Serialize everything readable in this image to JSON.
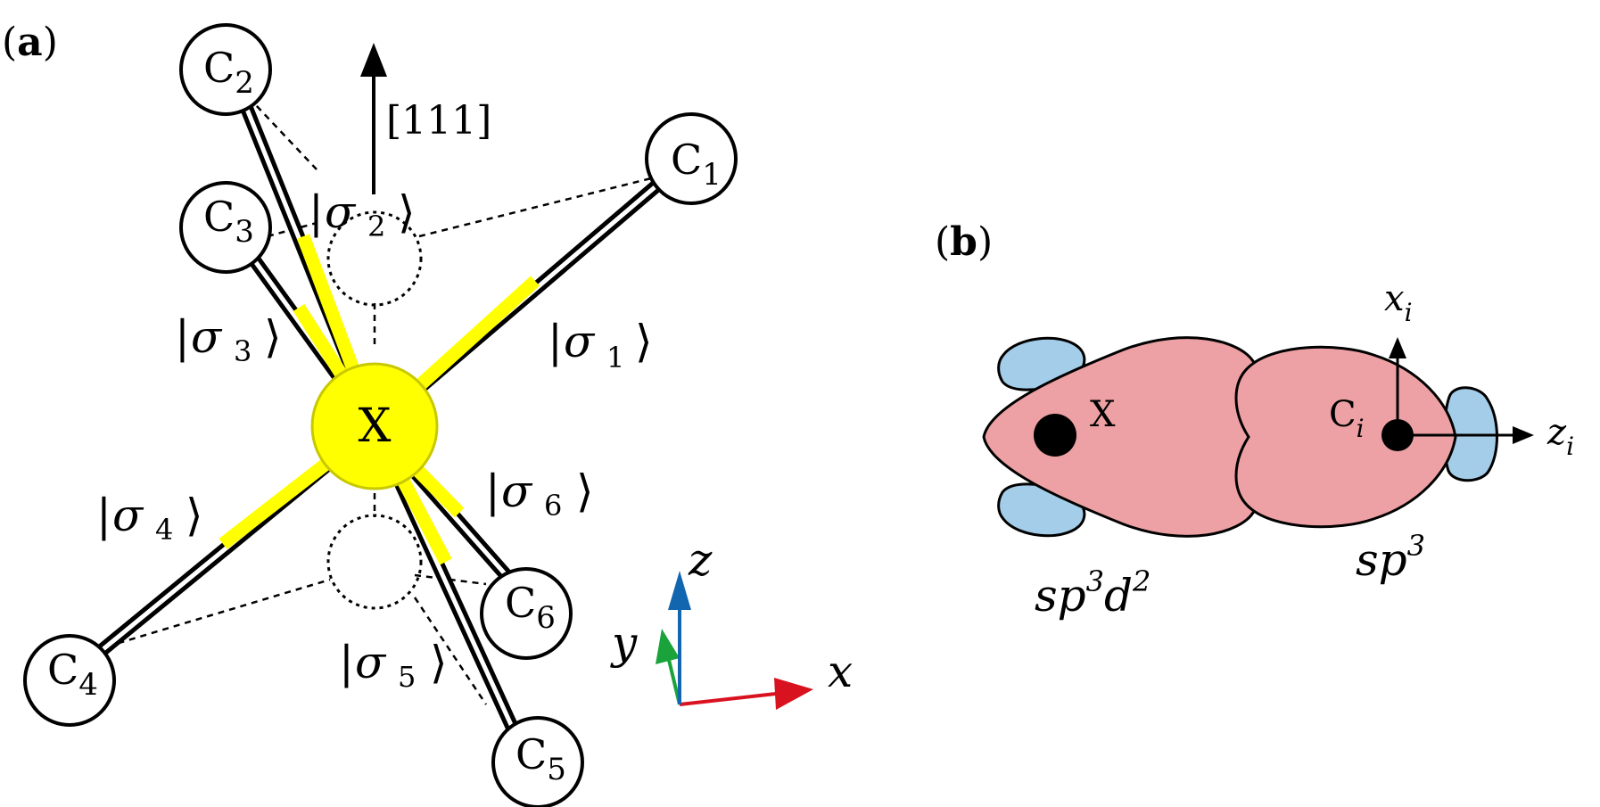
{
  "panel_a": {
    "label": "(a)",
    "direction_label": "[111]",
    "center_atom": "X",
    "carbons": [
      {
        "id": "c1",
        "base": "C",
        "sub": "1"
      },
      {
        "id": "c2",
        "base": "C",
        "sub": "2"
      },
      {
        "id": "c3",
        "base": "C",
        "sub": "3"
      },
      {
        "id": "c4",
        "base": "C",
        "sub": "4"
      },
      {
        "id": "c5",
        "base": "C",
        "sub": "5"
      },
      {
        "id": "c6",
        "base": "C",
        "sub": "6"
      }
    ],
    "orbitals": [
      {
        "id": "s1",
        "symbol": "σ",
        "sub": "1"
      },
      {
        "id": "s2",
        "symbol": "σ",
        "sub": "2"
      },
      {
        "id": "s3",
        "symbol": "σ",
        "sub": "3"
      },
      {
        "id": "s4",
        "symbol": "σ",
        "sub": "4"
      },
      {
        "id": "s5",
        "symbol": "σ",
        "sub": "5"
      },
      {
        "id": "s6",
        "symbol": "σ",
        "sub": "6"
      }
    ],
    "axes": {
      "x": "x",
      "y": "y",
      "z": "z"
    },
    "colors": {
      "x_axis": "#d9121f",
      "y_axis": "#1aa33a",
      "z_axis": "#1266b0",
      "bond_highlight": "#ffff00",
      "atom_x": "#ffff00"
    }
  },
  "panel_b": {
    "label": "(b)",
    "atom_x": "X",
    "atom_c": {
      "base": "C",
      "sub": "i"
    },
    "axis_x": {
      "base": "x",
      "sub": "i"
    },
    "axis_z": {
      "base": "z",
      "sub": "i"
    },
    "hybrid_left": {
      "base": "sp",
      "sup1": "3",
      "mid": "d",
      "sup2": "2"
    },
    "hybrid_right": {
      "base": "sp",
      "sup1": "3"
    },
    "colors": {
      "main_lobe": "#eda1a4",
      "small_lobe": "#a3cde9"
    }
  }
}
